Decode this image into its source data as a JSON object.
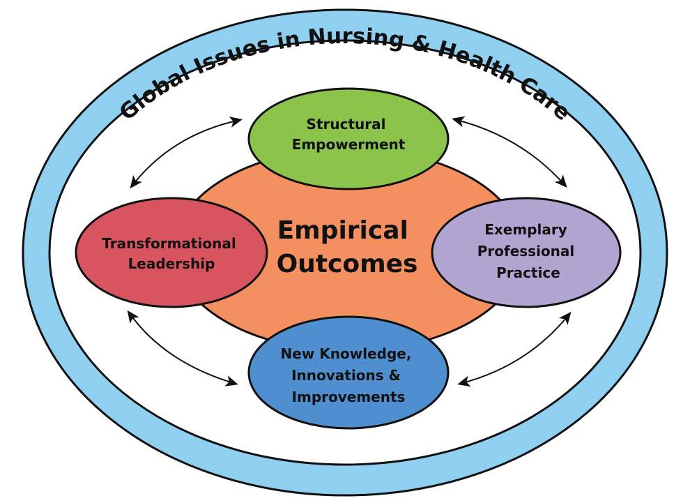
{
  "outer_ring": {
    "label": "Global Issues in Nursing & Health Care",
    "color": "#8fcff0"
  },
  "center": {
    "line1": "Empirical",
    "line2": "Outcomes",
    "color": "#f49060"
  },
  "nodes": {
    "structural": {
      "line1": "Structural",
      "line2": "Empowerment",
      "color": "#8cc34a"
    },
    "transformational": {
      "line1": "Transformational",
      "line2": "Leadership",
      "color": "#d85560"
    },
    "exemplary": {
      "line1": "Exemplary",
      "line2": "Professional",
      "line3": "Practice",
      "color": "#b3a5d2"
    },
    "knowledge": {
      "line1": "New Knowledge,",
      "line2": "Innovations &",
      "line3": "Improvements",
      "color": "#4f8fcf"
    }
  }
}
